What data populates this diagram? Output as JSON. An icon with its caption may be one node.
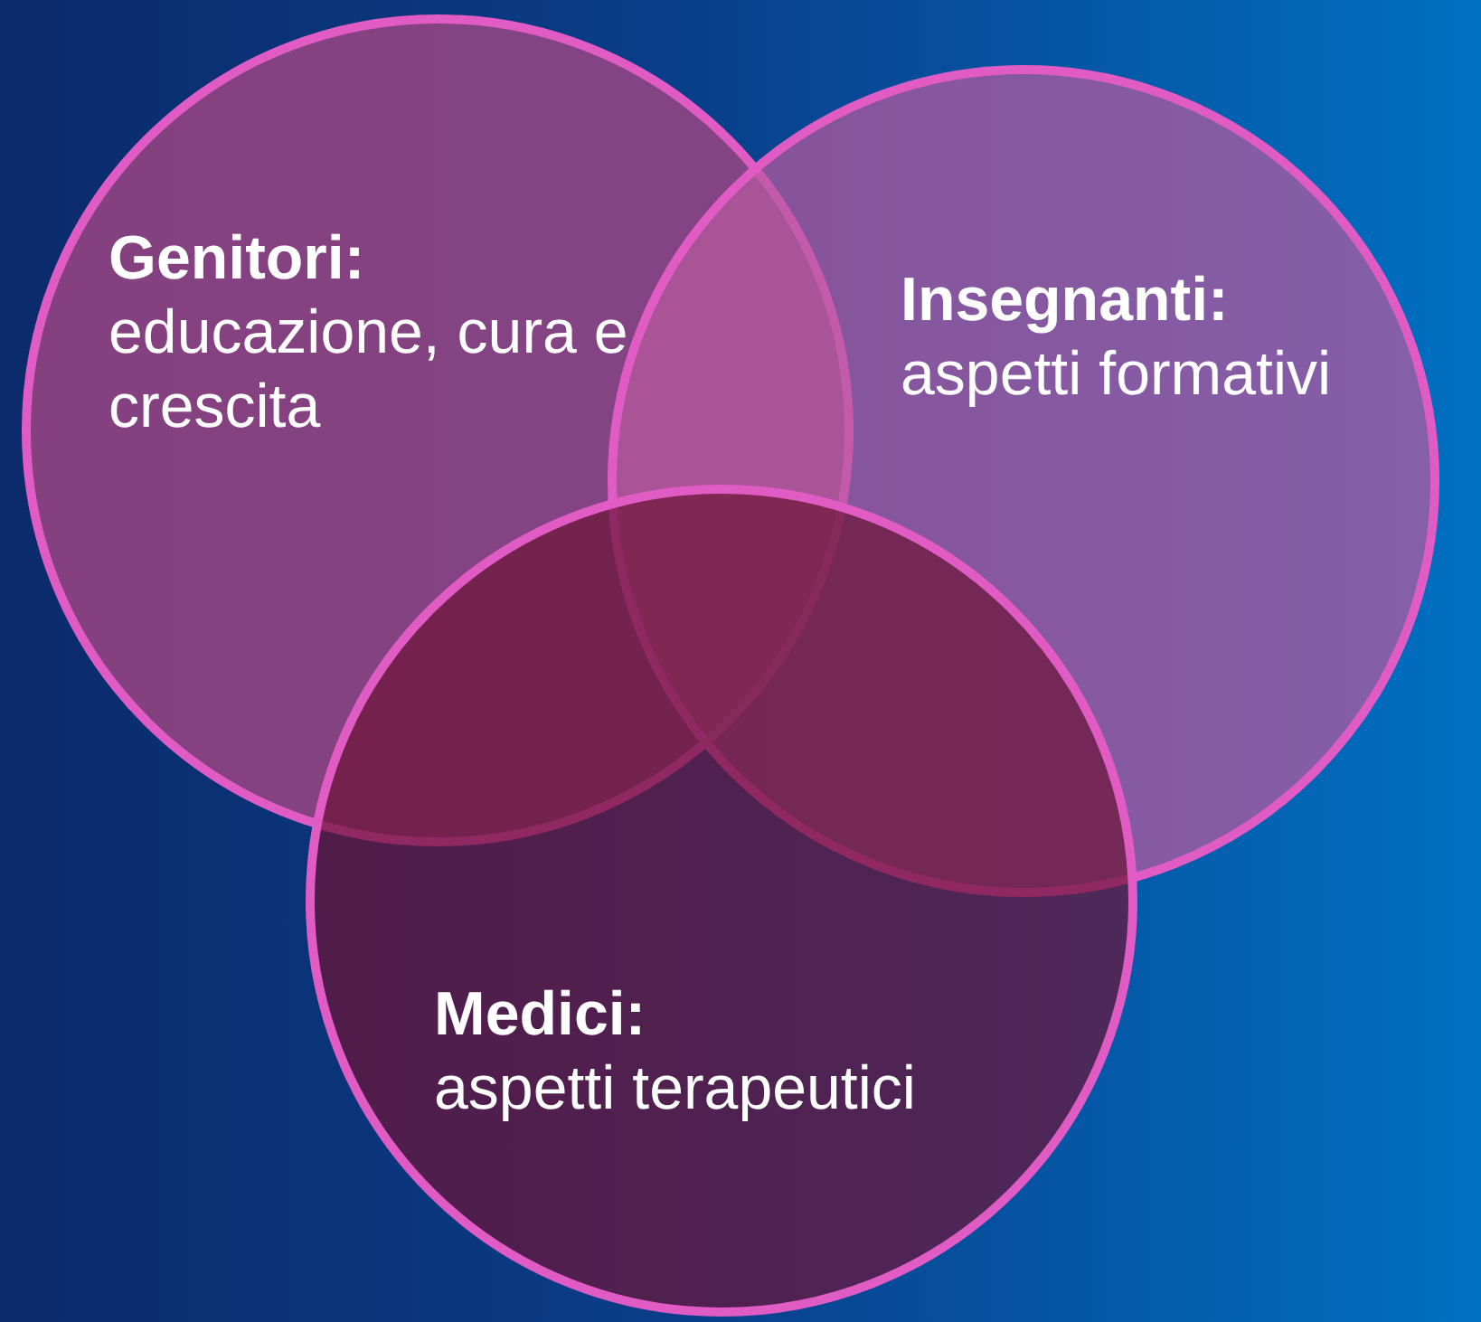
{
  "diagram": {
    "nodes": [
      {
        "text": [
          "Genitori:",
          "educazione, cura e crescita"
        ]
      },
      {
        "text": [
          "Insegnanti:",
          "aspetti formativi"
        ]
      },
      {
        "text": [
          "Medici:",
          "aspetti terapeutici"
        ]
      }
    ]
  }
}
